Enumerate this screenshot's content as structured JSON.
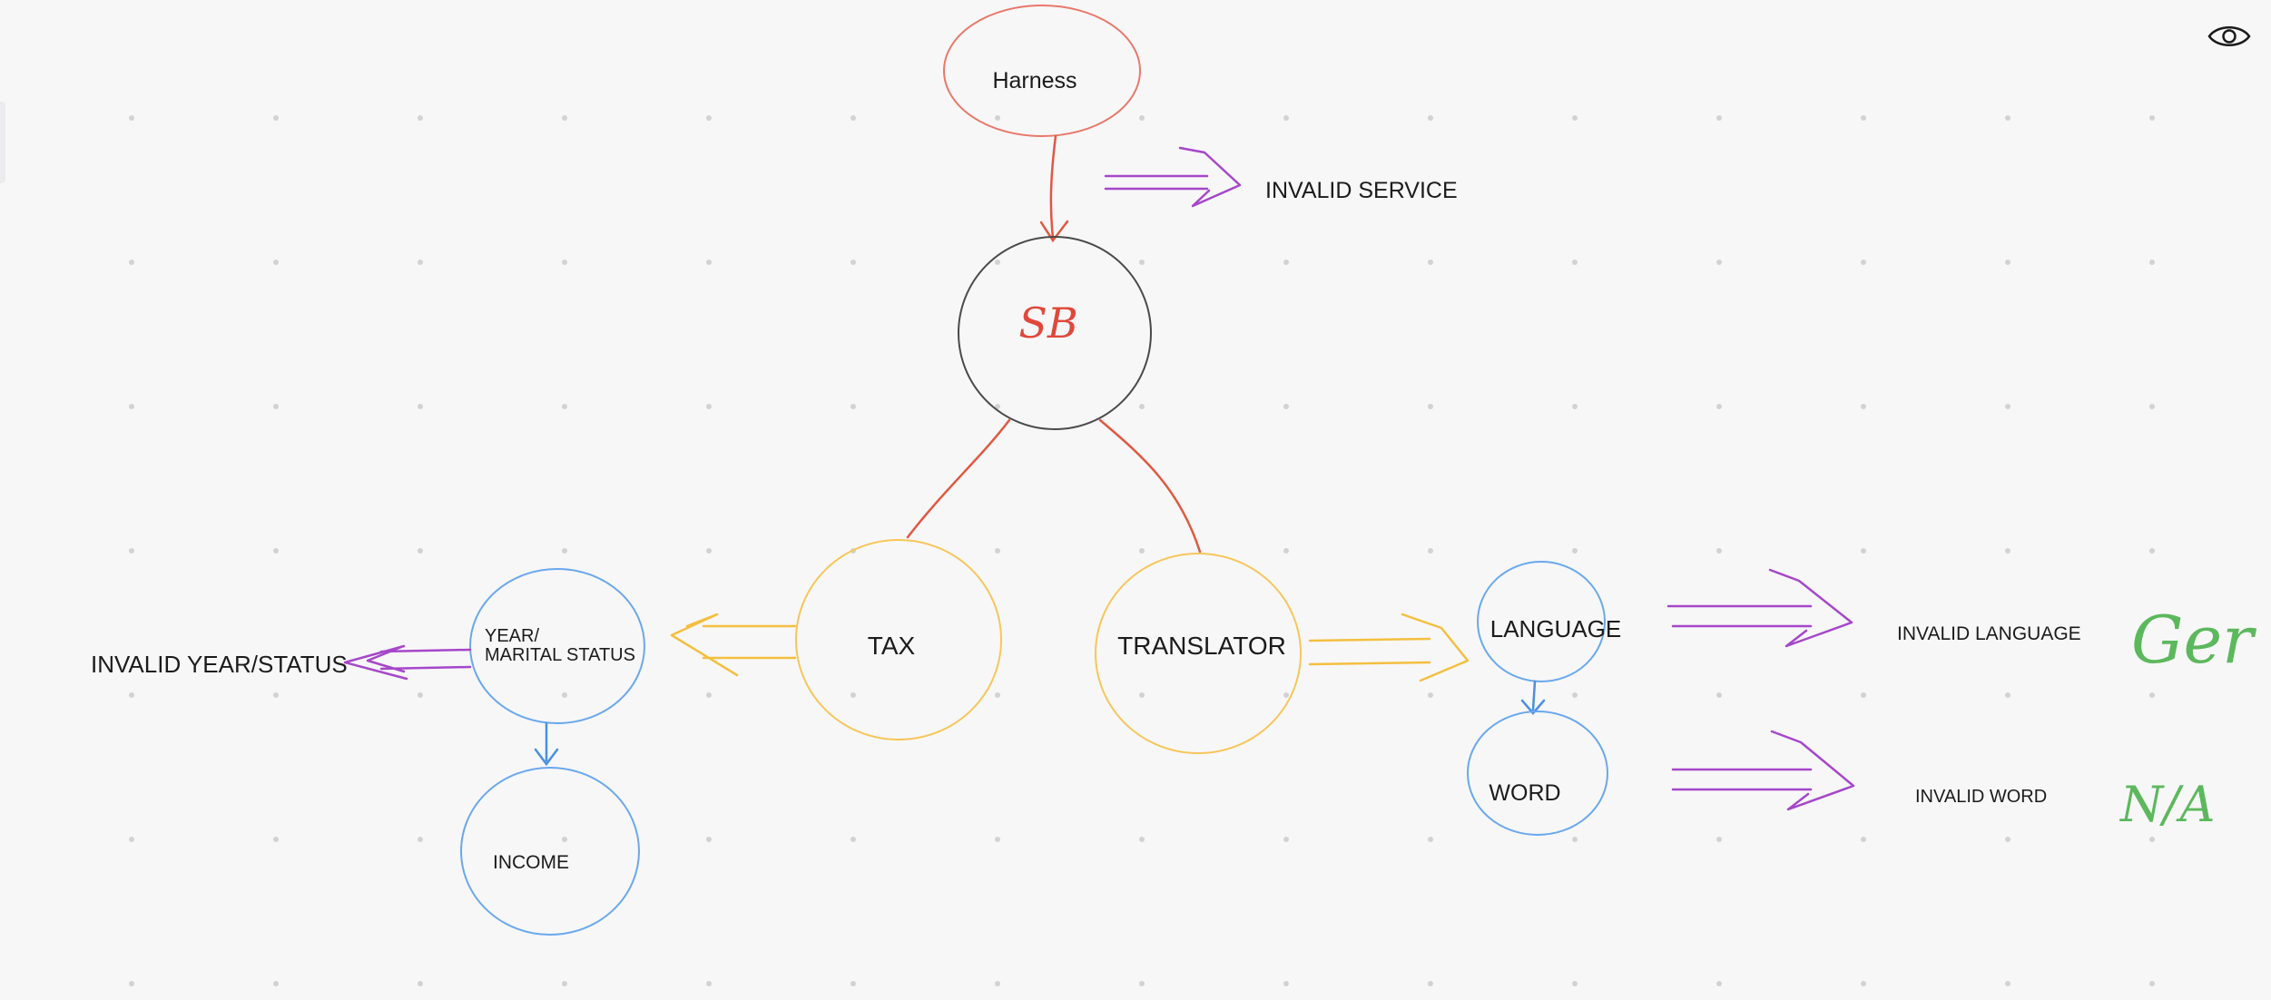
{
  "nodes": {
    "harness": "Harness",
    "sb": "SB",
    "tax": "TAX",
    "translator": "TRANSLATOR",
    "year_status_line1": "YEAR/",
    "year_status_line2": "MARITAL STATUS",
    "income": "INCOME",
    "language": "LANGUAGE",
    "word": "WORD"
  },
  "error_labels": {
    "invalid_service": "INVALID SERVICE",
    "invalid_year_status": "INVALID YEAR/STATUS",
    "invalid_language": "INVALID LANGUAGE",
    "invalid_word": "INVALID WORD"
  },
  "outputs": {
    "language_result": "Ger",
    "word_result": "N/A"
  },
  "toolbar": {
    "view_icon": "eye-icon"
  },
  "colors": {
    "harness_border": "#e8786a",
    "sb_border": "#4a4a4a",
    "sb_text": "#e0483a",
    "red_line": "#e0583f",
    "service_circle": "#f7c65a",
    "field_circle": "#6aa8ec",
    "purple_arrow": "#a647c9",
    "yellow_arrow": "#f4bf3f",
    "blue_arrow": "#4a90e2",
    "green_text": "#5cb85c",
    "dot_grid": "#d2d2d6"
  }
}
